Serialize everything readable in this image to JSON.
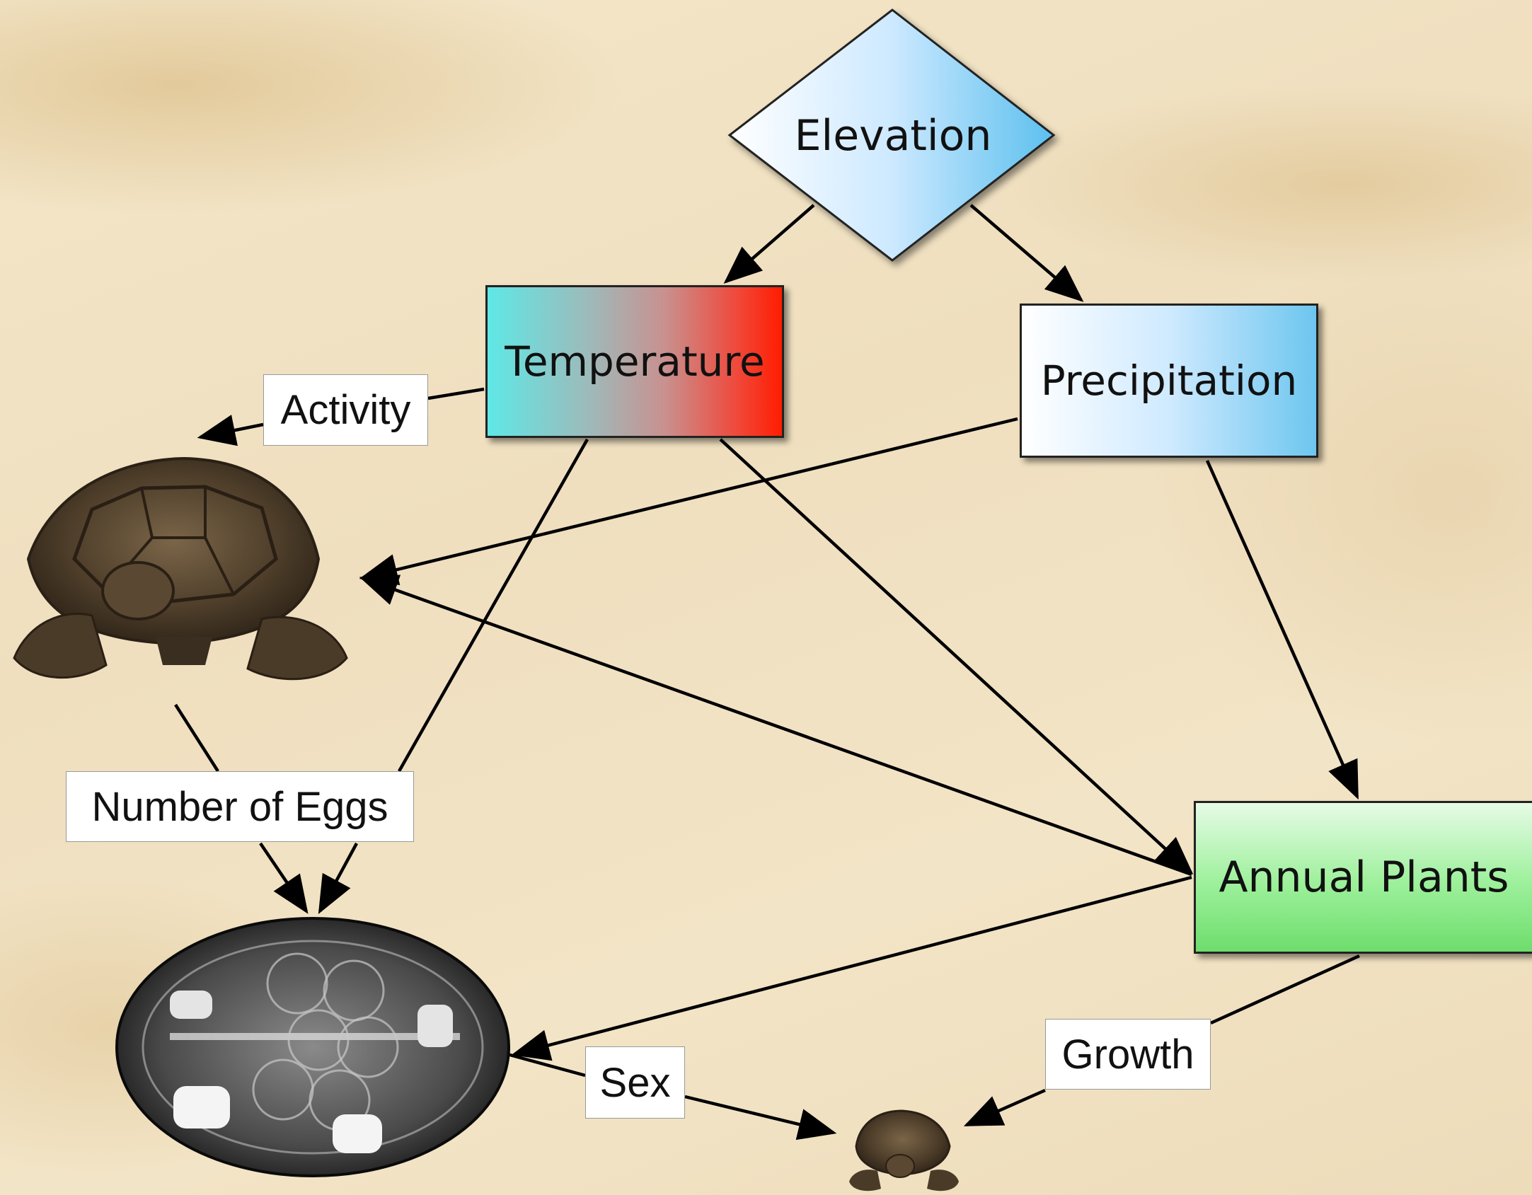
{
  "nodes": {
    "elevation": "Elevation",
    "temperature": "Temperature",
    "precipitation": "Precipitation",
    "annual_plants": "Annual Plants"
  },
  "labels": {
    "activity": "Activity",
    "number_of_eggs": "Number of Eggs",
    "sex": "Sex",
    "growth": "Growth"
  },
  "colors": {
    "temperature_left": "#5ee8e6",
    "temperature_right": "#ff1d00",
    "blue_node": "#6dc6ef",
    "green_node": "#6edd6c",
    "background": "#f1e3c4"
  }
}
